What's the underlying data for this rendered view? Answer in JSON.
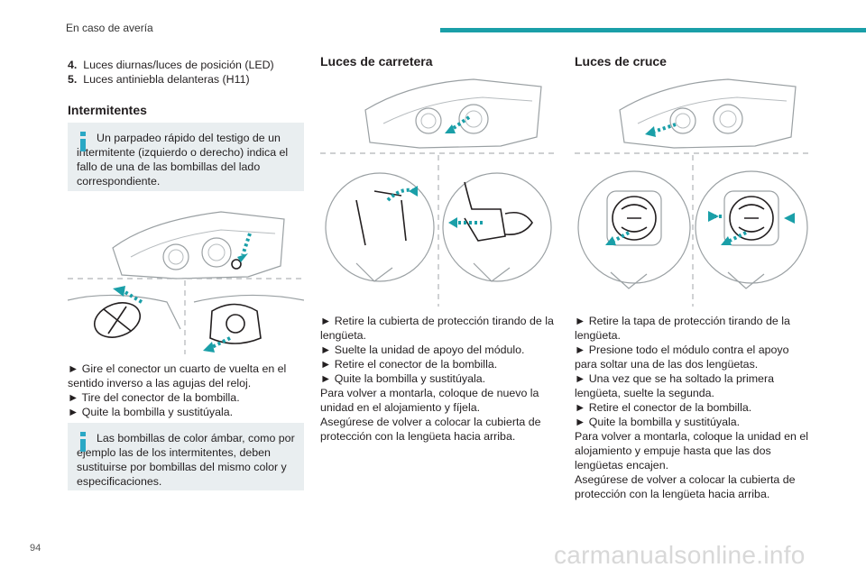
{
  "header": {
    "section": "En caso de avería"
  },
  "page_number": "94",
  "watermark": "carmanualsonline.info",
  "col1": {
    "list": [
      {
        "num": "4.",
        "text": "Luces diurnas/luces de posición (LED)"
      },
      {
        "num": "5.",
        "text": "Luces antiniebla delanteras (H11)"
      }
    ],
    "heading": "Intermitentes",
    "notice1": "Un parpadeo rápido del testigo de un intermitente (izquierdo o derecho) indica el fallo de una de las bombillas del lado correspondiente.",
    "steps": [
      "► Gire el conector un cuarto de vuelta en el sentido inverso a las agujas del reloj.",
      "► Tire del conector de la bombilla.",
      "► Quite la bombilla y sustitúyala."
    ],
    "notice2": "Las bombillas de color ámbar, como por ejemplo las de los intermitentes, deben sustituirse por bombillas del mismo color y especificaciones."
  },
  "col2": {
    "heading": "Luces de carretera",
    "steps": [
      "► Retire la cubierta de protección tirando de la lengüeta.",
      "► Suelte la unidad de apoyo del módulo.",
      "► Retire el conector de la bombilla.",
      "► Quite la bombilla y sustitúyala."
    ],
    "after": [
      "Para volver a montarla, coloque de nuevo la unidad en el alojamiento y fíjela.",
      "Asegúrese de volver a colocar la cubierta de protección con la lengüeta hacia arriba."
    ]
  },
  "col3": {
    "heading": "Luces de cruce",
    "steps": [
      "► Retire la tapa de protección tirando de la lengüeta.",
      "► Presione todo el módulo contra el apoyo para soltar una de las dos lengüetas.",
      "► Una vez que se ha soltado la primera lengüeta, suelte la segunda.",
      "► Retire el conector de la bombilla.",
      "► Quite la bombilla y sustitúyala."
    ],
    "after": [
      "Para volver a montarla, coloque la unidad en el alojamiento y empuje hasta que las dos lengüetas encajen.",
      "Asegúrese de volver a colocar la cubierta de protección con la lengüeta hacia arriba."
    ]
  },
  "colors": {
    "accent": "#1a9fa8",
    "info": "#2aa8c5",
    "notice_bg": "#e9eef0"
  }
}
